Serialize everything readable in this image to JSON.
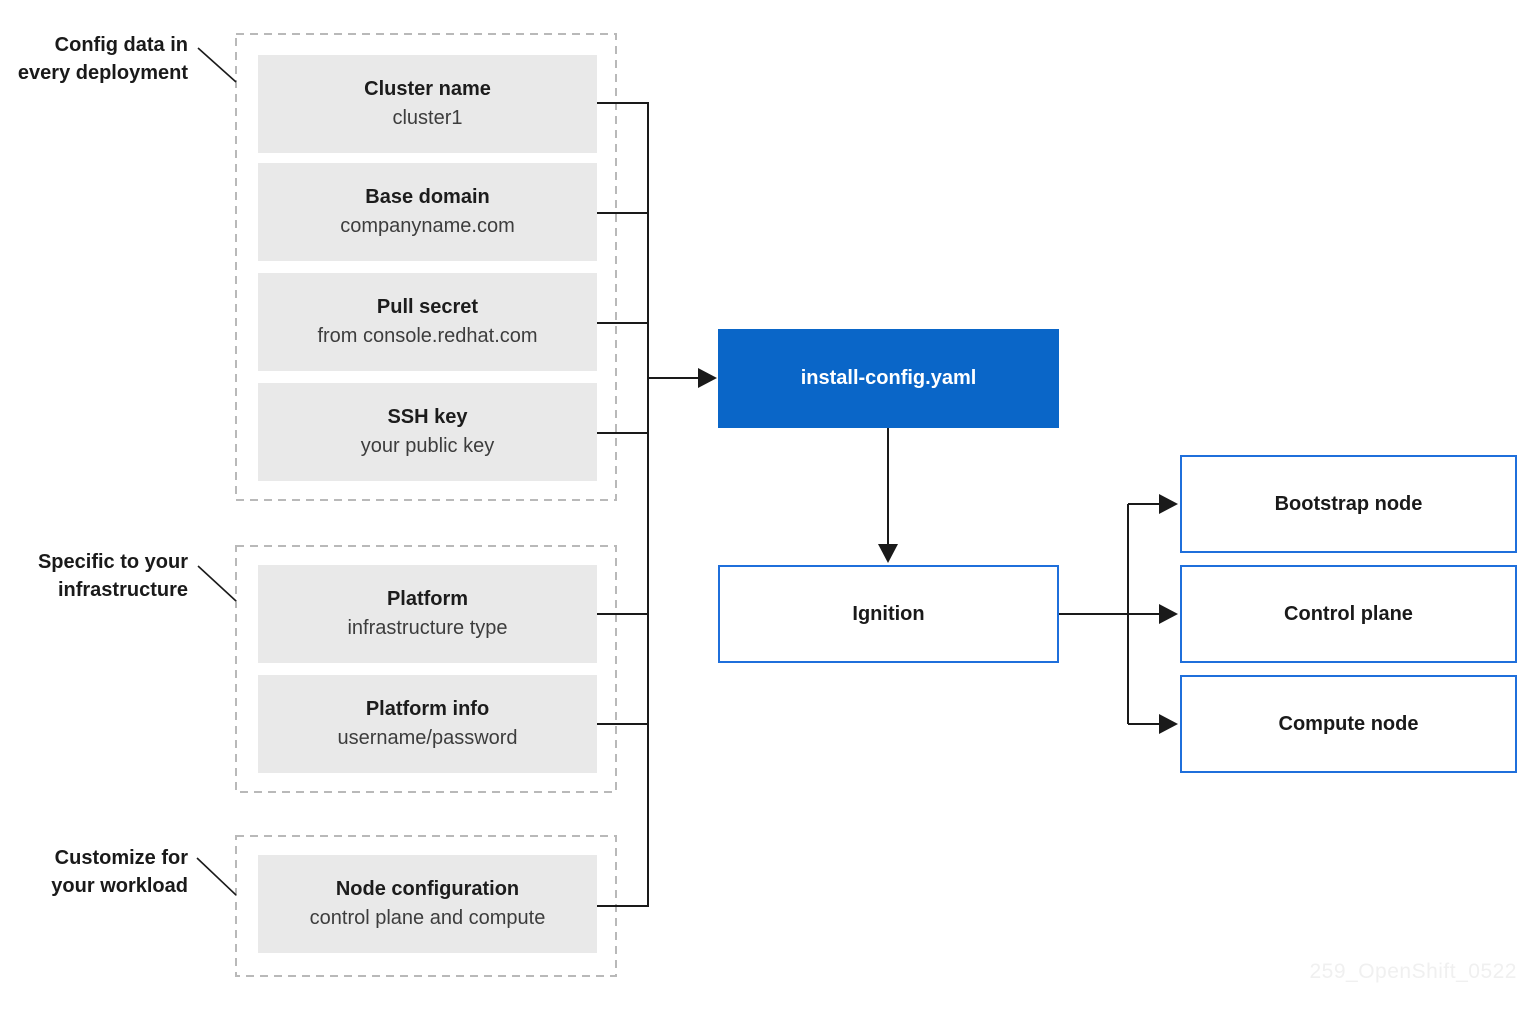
{
  "diagram": {
    "groups": [
      {
        "label": [
          "Config data in",
          "every deployment"
        ],
        "nodes": [
          {
            "title": "Cluster name",
            "subtitle": "cluster1"
          },
          {
            "title": "Base domain",
            "subtitle": "companyname.com"
          },
          {
            "title": "Pull secret",
            "subtitle": "from console.redhat.com"
          },
          {
            "title": "SSH key",
            "subtitle": "your public key"
          }
        ]
      },
      {
        "label": [
          "Specific to your",
          "infrastructure"
        ],
        "nodes": [
          {
            "title": "Platform",
            "subtitle": "infrastructure type"
          },
          {
            "title": "Platform info",
            "subtitle": "username/password"
          }
        ]
      },
      {
        "label": [
          "Customize for",
          "your workload"
        ],
        "nodes": [
          {
            "title": "Node configuration",
            "subtitle": "control plane and compute"
          }
        ]
      }
    ],
    "config_file_node": "install-config.yaml",
    "ignition_node": "Ignition",
    "output_nodes": [
      "Bootstrap node",
      "Control plane",
      "Compute node"
    ],
    "watermark": "259_OpenShift_0522",
    "colors": {
      "accent_blue_fill": "#0a66c8",
      "node_border_blue": "#1f6fdb",
      "line_black": "#1a1a1a",
      "panel_gray": "#e9e9e9",
      "dashed_border_gray": "#b9b9b9"
    }
  }
}
